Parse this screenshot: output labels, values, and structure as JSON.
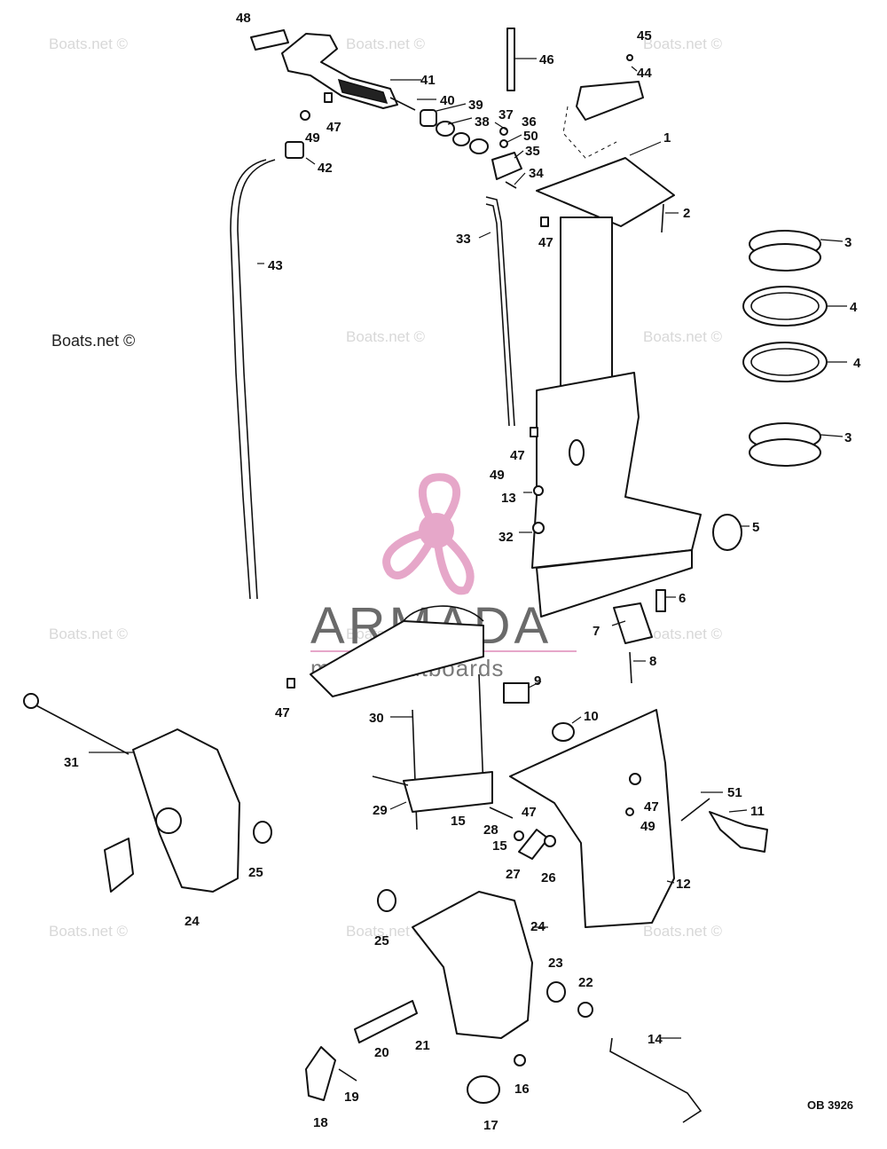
{
  "diagram_code": "OB 3926",
  "watermark": "Boats.net ©",
  "watermark_main": "Boats.net ©",
  "logo": {
    "name": "ARMADA",
    "tagline": "marine outboards",
    "color": "#e6a7c9"
  },
  "callouts": {
    "c1": "1",
    "c2": "2",
    "c3a": "3",
    "c3b": "3",
    "c4a": "4",
    "c4b": "4",
    "c5": "5",
    "c6": "6",
    "c7": "7",
    "c8": "8",
    "c9": "9",
    "c10": "10",
    "c11": "11",
    "c12": "12",
    "c13": "13",
    "c14": "14",
    "c15a": "15",
    "c15b": "15",
    "c16": "16",
    "c17": "17",
    "c18": "18",
    "c19": "19",
    "c20": "20",
    "c21": "21",
    "c22": "22",
    "c23": "23",
    "c24a": "24",
    "c24b": "24",
    "c25a": "25",
    "c25b": "25",
    "c26": "26",
    "c27": "27",
    "c28": "28",
    "c29": "29",
    "c30": "30",
    "c31": "31",
    "c32": "32",
    "c33": "33",
    "c34": "34",
    "c35": "35",
    "c36": "36",
    "c37": "37",
    "c38": "38",
    "c39": "39",
    "c40": "40",
    "c41": "41",
    "c42": "42",
    "c43": "43",
    "c44": "44",
    "c45": "45",
    "c46": "46",
    "c47a": "47",
    "c47b": "47",
    "c47c": "47",
    "c47d": "47",
    "c47e": "47",
    "c47f": "47",
    "c48": "48",
    "c49a": "49",
    "c49b": "49",
    "c49c": "49",
    "c50": "50",
    "c51": "51"
  }
}
